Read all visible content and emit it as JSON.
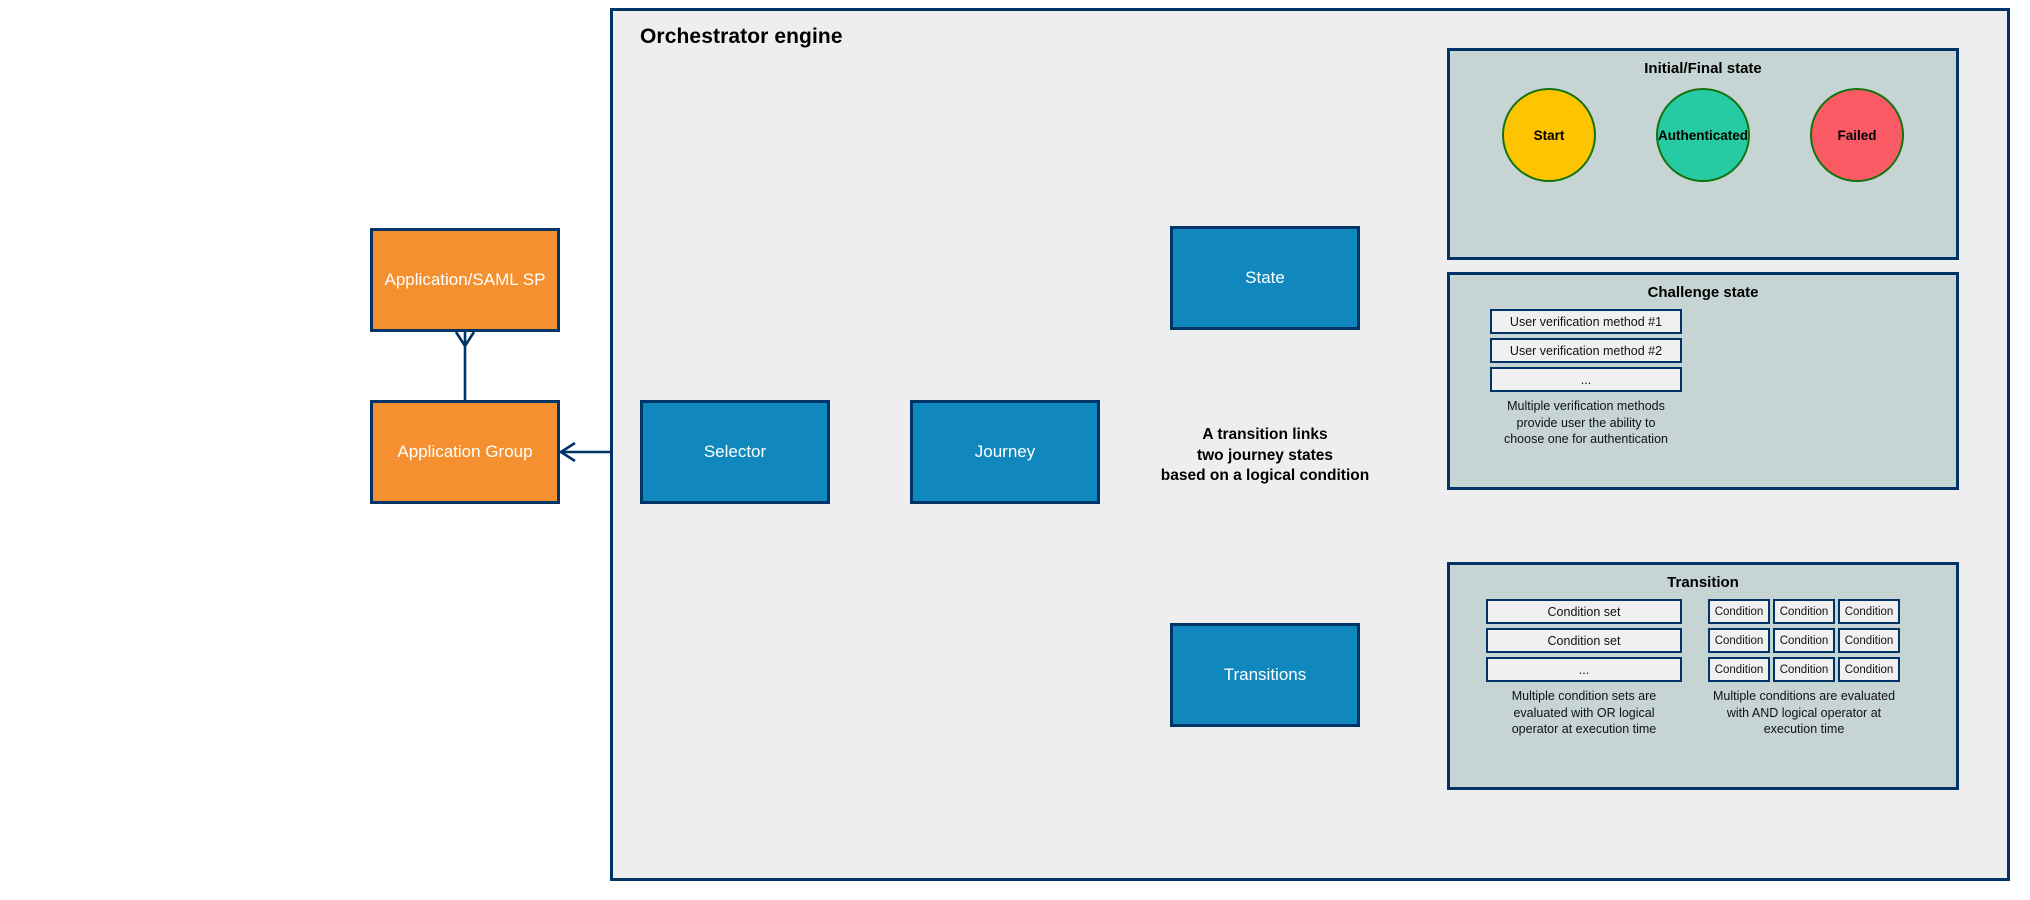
{
  "engine": {
    "title": "Orchestrator engine"
  },
  "nodes": {
    "app_saml": "Application/SAML SP",
    "app_group": "Application Group",
    "selector": "Selector",
    "journey": "Journey",
    "state": "State",
    "transitions": "Transitions"
  },
  "center_note": {
    "line1": "A transition links",
    "line2": "two journey states",
    "line3": "based on a logical condition"
  },
  "panels": {
    "initial_final": {
      "title": "Initial/Final state",
      "circles": [
        {
          "label": "Start",
          "color": "#FFC400"
        },
        {
          "label": "Authenticated",
          "color": "#26CBA4"
        },
        {
          "label": "Failed",
          "color": "#FA5A64"
        }
      ]
    },
    "challenge": {
      "title": "Challenge state",
      "items": [
        "User verification method #1",
        "User verification method #2",
        "..."
      ],
      "caption_line1": "Multiple verification methods",
      "caption_line2": "provide user the ability to",
      "caption_line3": "choose one for authentication"
    },
    "transition": {
      "title": "Transition",
      "condition_sets": [
        "Condition set",
        "Condition set",
        "..."
      ],
      "left_caption_line1": "Multiple condition sets are",
      "left_caption_line2": "evaluated with OR logical",
      "left_caption_line3": "operator at execution time",
      "condition_grid": [
        [
          "Condition",
          "Condition",
          "Condition"
        ],
        [
          "Condition",
          "Condition",
          "Condition"
        ],
        [
          "Condition",
          "Condition",
          "Condition"
        ]
      ],
      "right_caption_line1": "Multiple conditions are evaluated",
      "right_caption_line2": "with AND logical operator at",
      "right_caption_line3": "execution time"
    }
  },
  "colors": {
    "accent_blue": "#1088be",
    "accent_orange": "#f4902f",
    "line_navy": "#003366",
    "panel_fill": "#c6d4d4",
    "engine_fill": "#eeeeee",
    "circle_start": "#FFC400",
    "circle_authenticated": "#26CBA4",
    "circle_failed": "#FA5A64",
    "circle_stroke": "#13730f"
  }
}
